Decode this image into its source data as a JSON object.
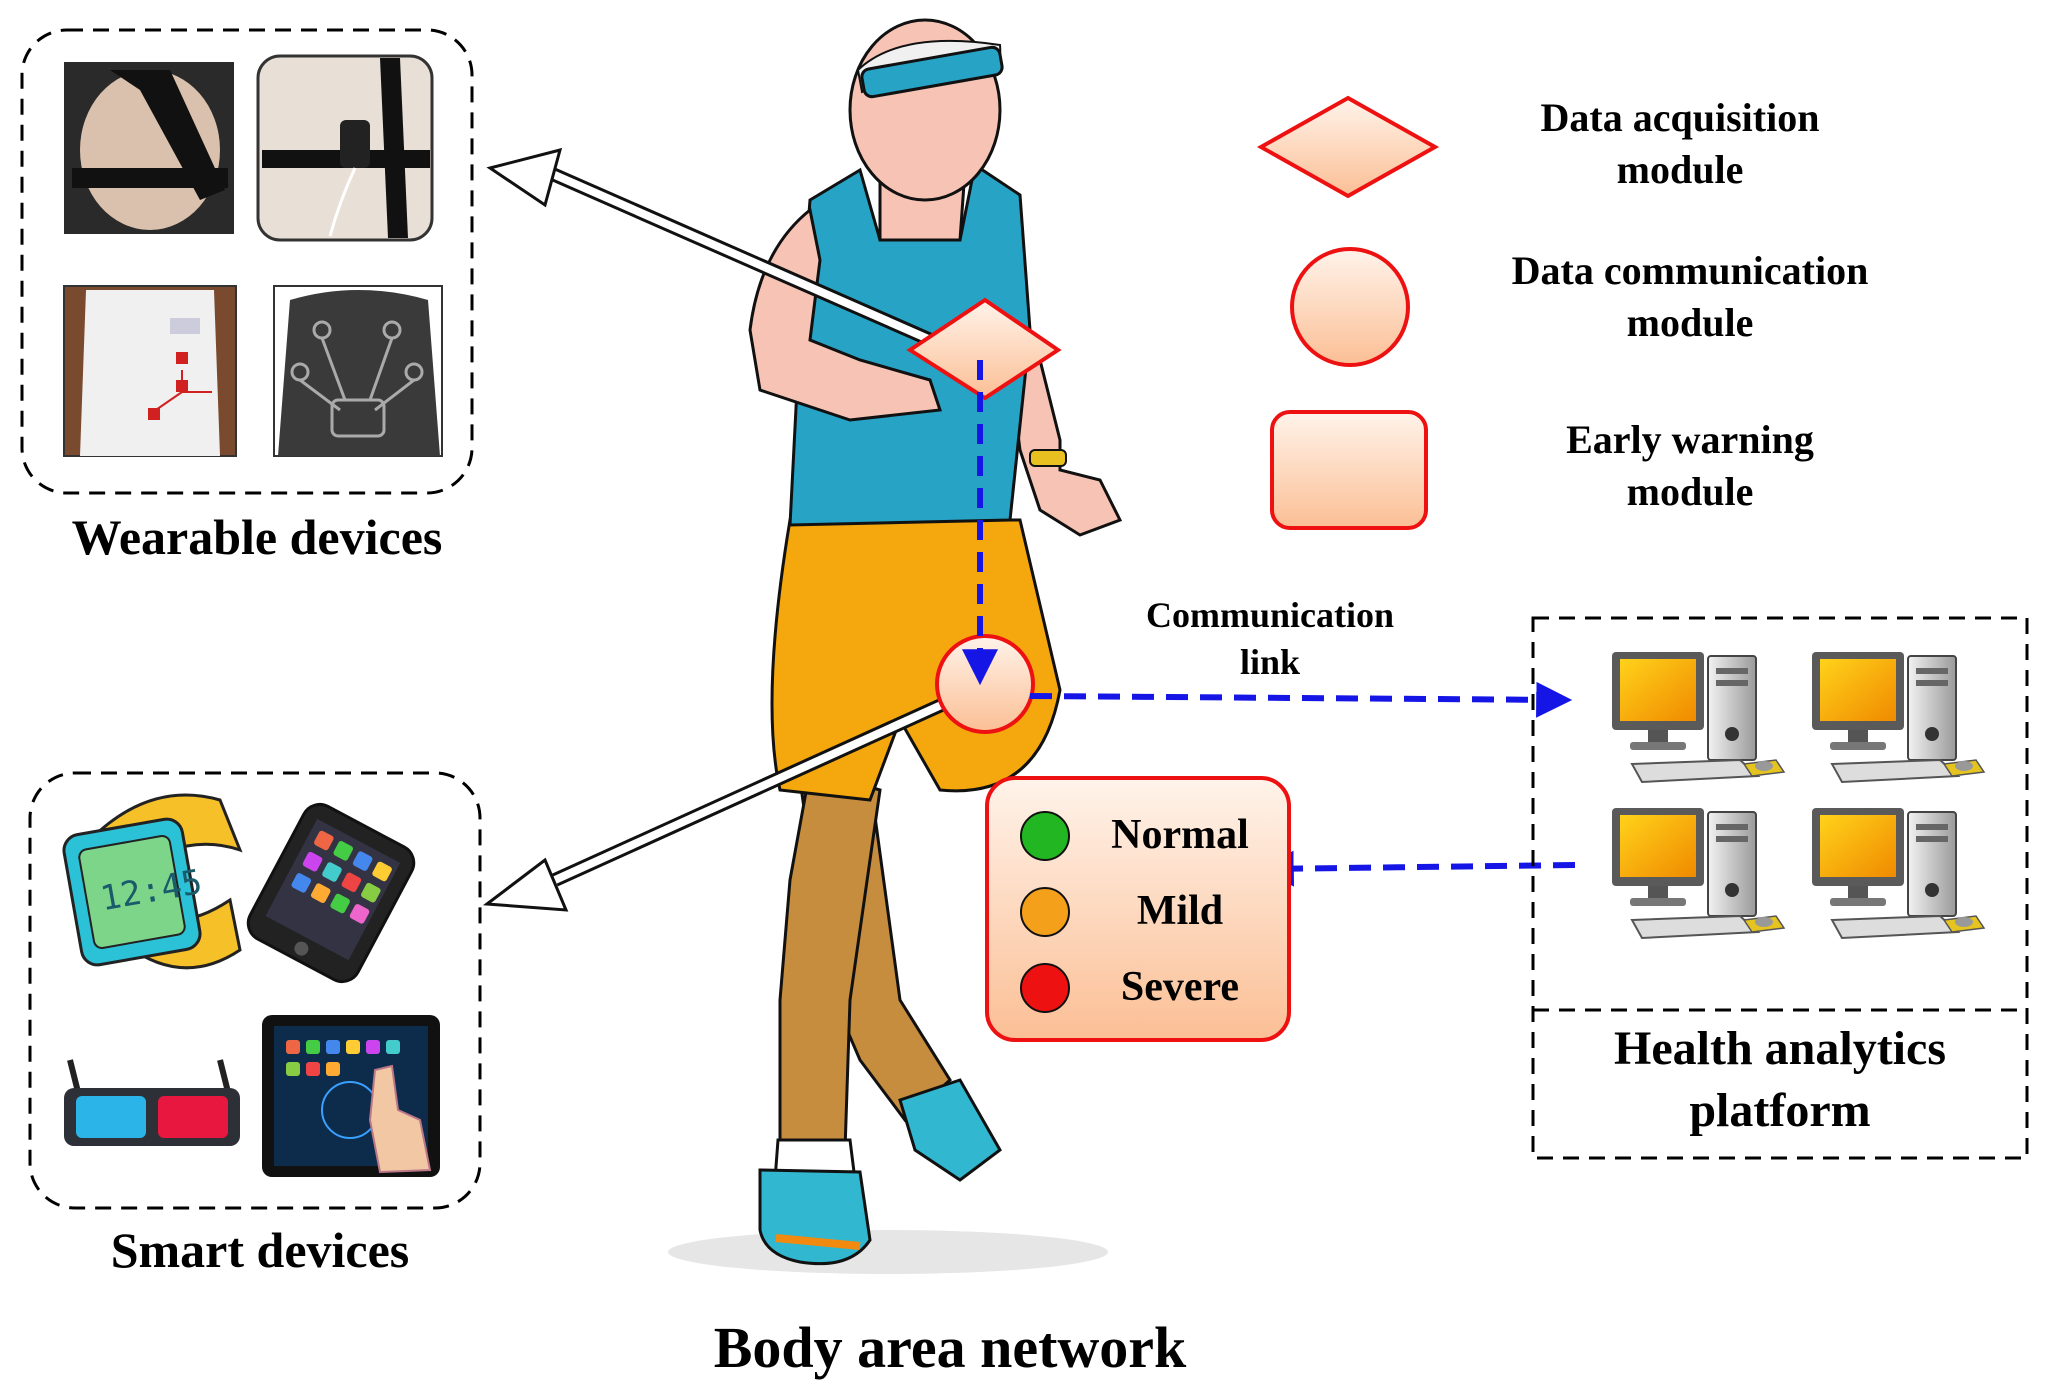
{
  "title": "Body area network",
  "wearable": {
    "caption": "Wearable devices",
    "items": [
      "chest strap (black)",
      "chest strap with sensor",
      "sensor vest (white)",
      "smart shirt (black)"
    ]
  },
  "smart": {
    "caption": "Smart devices",
    "items": [
      "smartwatch-icon",
      "smartphone-icon",
      "3d-glasses-icon",
      "tablet-icon"
    ]
  },
  "legend": [
    {
      "shape": "diamond",
      "label_line1": "Data acquisition",
      "label_line2": "module"
    },
    {
      "shape": "circle",
      "label_line1": "Data communication",
      "label_line2": "module"
    },
    {
      "shape": "rounded-rect",
      "label_line1": "Early warning",
      "label_line2": "module"
    }
  ],
  "link": {
    "line1": "Communication",
    "line2": "link"
  },
  "status": [
    {
      "label": "Normal",
      "color": "#22b722"
    },
    {
      "label": "Mild",
      "color": "#f5a01a"
    },
    {
      "label": "Severe",
      "color": "#ee1111"
    }
  ],
  "platform": {
    "line1": "Health analytics",
    "line2": "platform"
  },
  "colors": {
    "module_fill": "#fdd2b0",
    "module_stroke": "#ee1111",
    "link_arrow": "#1515e6",
    "shirt": "#27a3c6",
    "shorts": "#f5a80d",
    "skin": "#f7c3b5"
  }
}
